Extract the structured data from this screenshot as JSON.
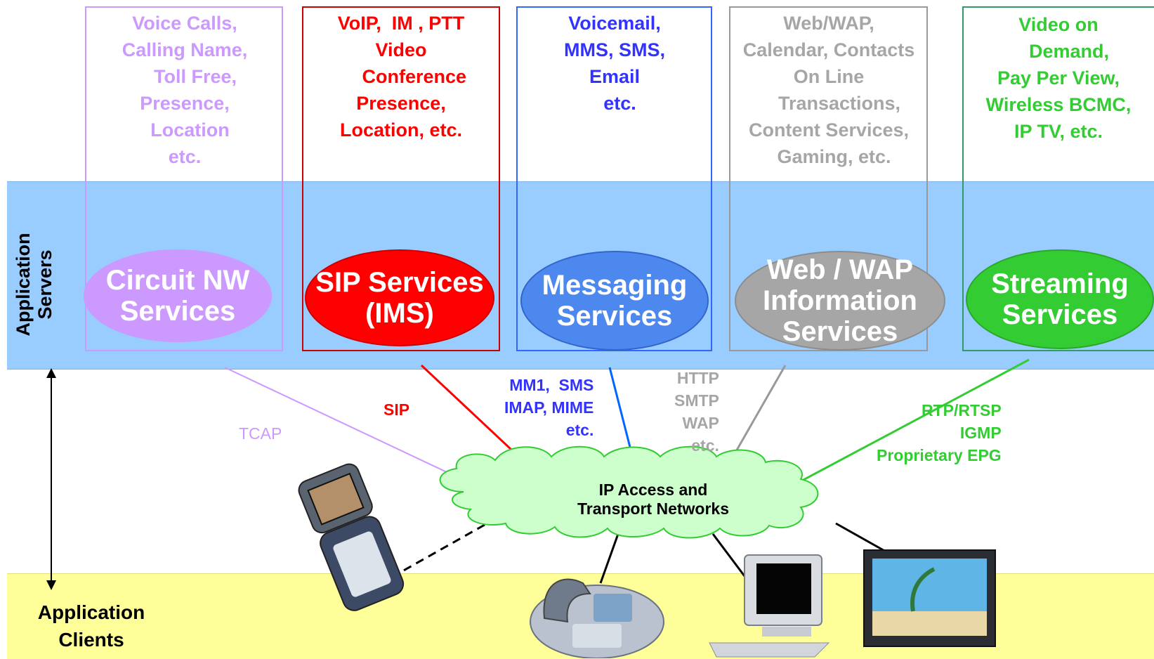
{
  "colors": {
    "circuit": "#cc99ff",
    "sip": "#ff0000",
    "messaging": "#3366ff",
    "web": "#a6a6a6",
    "streaming": "#33cc33",
    "cloud": "#ccffcc",
    "servers_band": "#99ccff",
    "clients_band": "#ffff99"
  },
  "layers": {
    "servers": "Application\nServers",
    "clients": "Application\nClients"
  },
  "services": [
    {
      "name": "Circuit NW\nServices",
      "features": "Voice Calls,\nCalling Name,\n    Toll Free,\nPresence,\n  Location\netc.",
      "protocols": "TCAP"
    },
    {
      "name": "SIP Services\n(IMS)",
      "features": "VoIP,  IM , PTT\nVideo\n     Conference\nPresence,\nLocation, etc.",
      "protocols": "SIP"
    },
    {
      "name": "Messaging\nServices",
      "features": "Voicemail,\nMMS, SMS,\nEmail\n  etc.",
      "protocols": "MM1,  SMS\nIMAP, MIME\netc."
    },
    {
      "name": "Web / WAP\nInformation\nServices",
      "features": "Web/WAP,\nCalendar, Contacts\nOn Line\n    Transactions,\nContent Services,\n  Gaming, etc.",
      "protocols": "HTTP\nSMTP\nWAP\netc."
    },
    {
      "name": "Streaming\nServices",
      "features": "Video on\n    Demand,\nPay Per View,\nWireless BCMC,\nIP TV, etc.",
      "protocols": "RTP/RTSP\nIGMP\nProprietary EPG"
    }
  ],
  "network": "IP Access and\nTransport Networks",
  "devices": [
    "mobile-phone-icon",
    "desk-phone-icon",
    "desktop-computer-icon",
    "flat-tv-icon"
  ]
}
